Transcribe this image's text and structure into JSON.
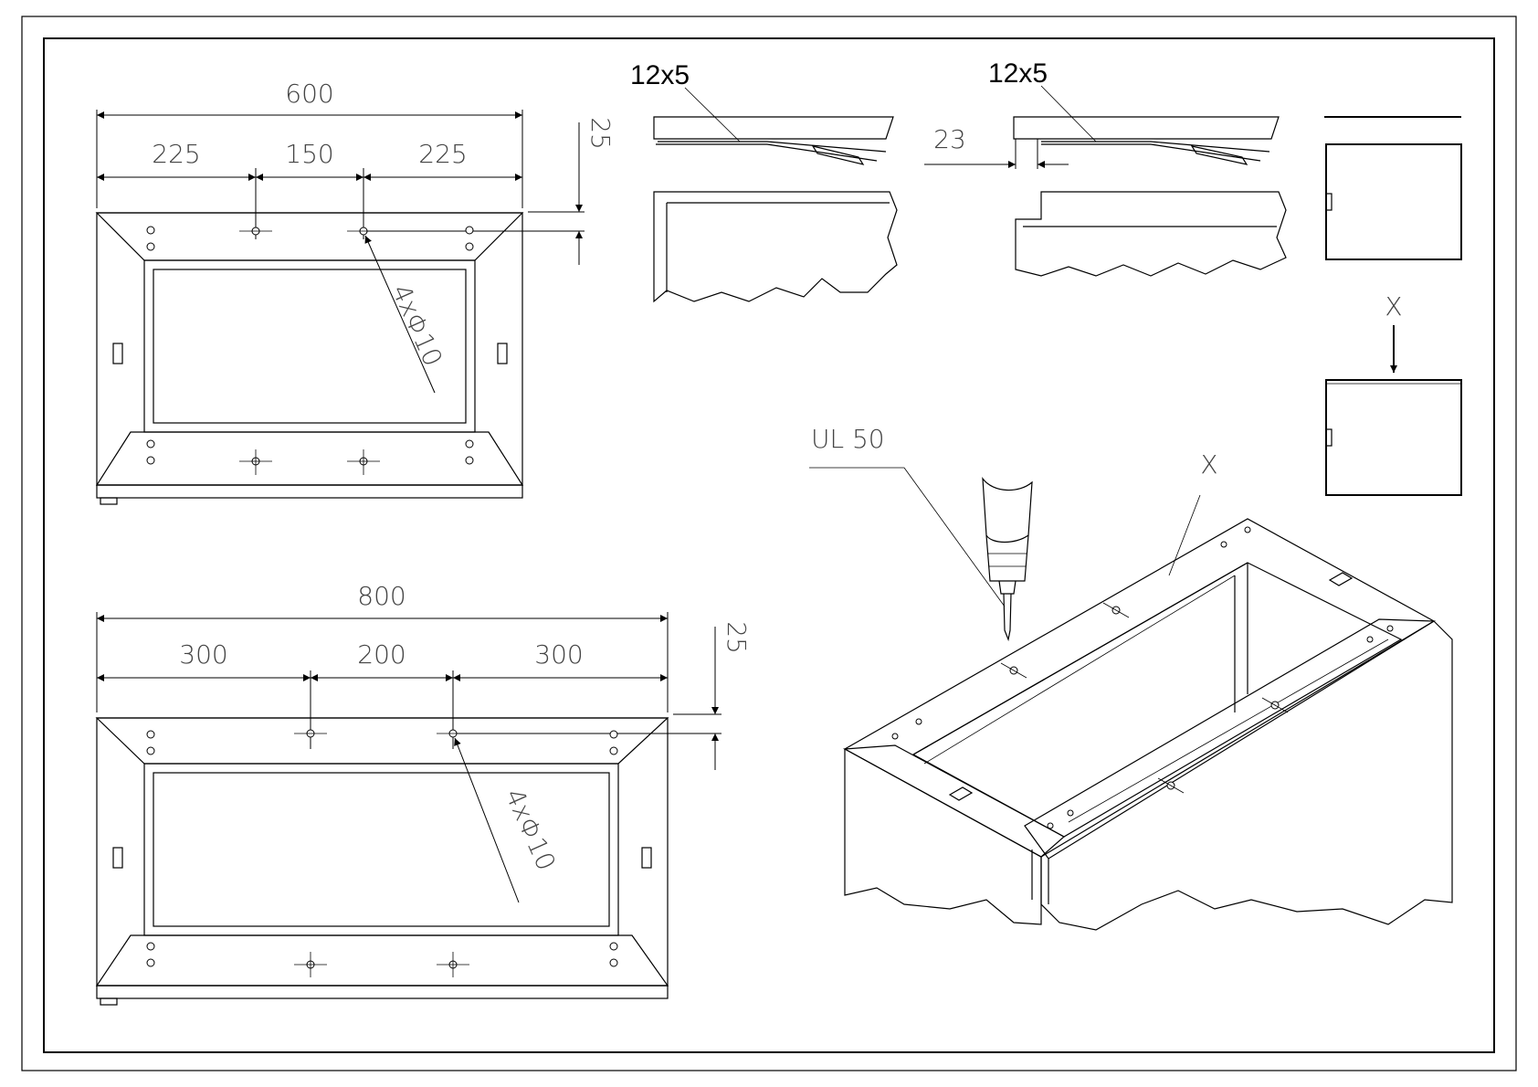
{
  "frame": {
    "outer": "drawing-frame",
    "inner": "drawing-border"
  },
  "view_600": {
    "overall": "600",
    "left": "225",
    "middle": "150",
    "right": "225",
    "depth": "25",
    "holes": "4xΦ10"
  },
  "view_800": {
    "overall": "800",
    "left": "300",
    "middle": "200",
    "right": "300",
    "depth": "25",
    "holes": "4xΦ10"
  },
  "detail_a": {
    "label": "12x5"
  },
  "detail_b": {
    "label": "12x5",
    "offset": "23"
  },
  "view_x": {
    "arrow_label": "X"
  },
  "iso": {
    "tool_label": "UL 50",
    "view_label": "X"
  }
}
